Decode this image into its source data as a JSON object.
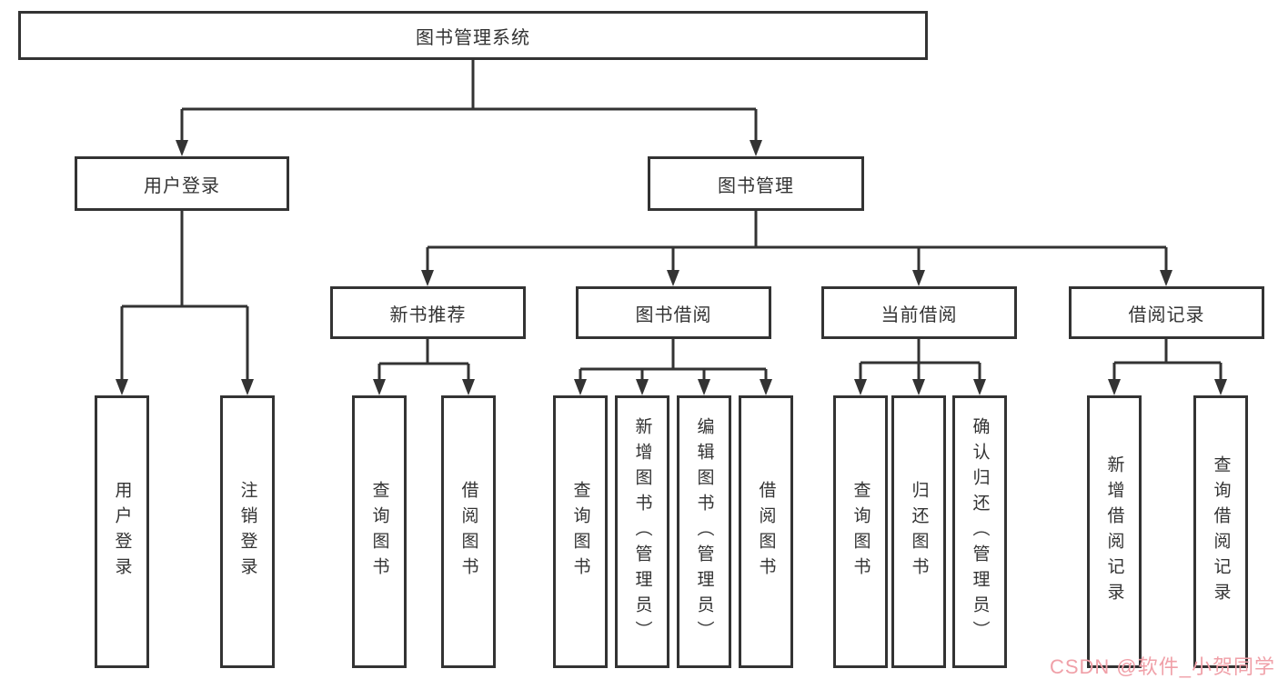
{
  "colors": {
    "line": "#333333",
    "box_border": "#333333",
    "text": "#333333",
    "background": "#ffffff",
    "watermark": "#f0a0a8"
  },
  "tree": {
    "label": "图书管理系统",
    "children": [
      {
        "label": "用户登录",
        "children": [
          {
            "label": "用户登录"
          },
          {
            "label": "注销登录"
          }
        ]
      },
      {
        "label": "图书管理",
        "children": [
          {
            "label": "新书推荐",
            "children": [
              {
                "label": "查询图书"
              },
              {
                "label": "借阅图书"
              }
            ]
          },
          {
            "label": "图书借阅",
            "children": [
              {
                "label": "查询图书"
              },
              {
                "label": "新增图书（管理员）"
              },
              {
                "label": "编辑图书（管理员）"
              },
              {
                "label": "借阅图书"
              }
            ]
          },
          {
            "label": "当前借阅",
            "children": [
              {
                "label": "查询图书"
              },
              {
                "label": "归还图书"
              },
              {
                "label": "确认归还（管理员）"
              }
            ]
          },
          {
            "label": "借阅记录",
            "children": [
              {
                "label": "新增借阅记录"
              },
              {
                "label": "查询借阅记录"
              }
            ]
          }
        ]
      }
    ]
  },
  "watermark": {
    "text": "CSDN @软件_小贺同学"
  }
}
